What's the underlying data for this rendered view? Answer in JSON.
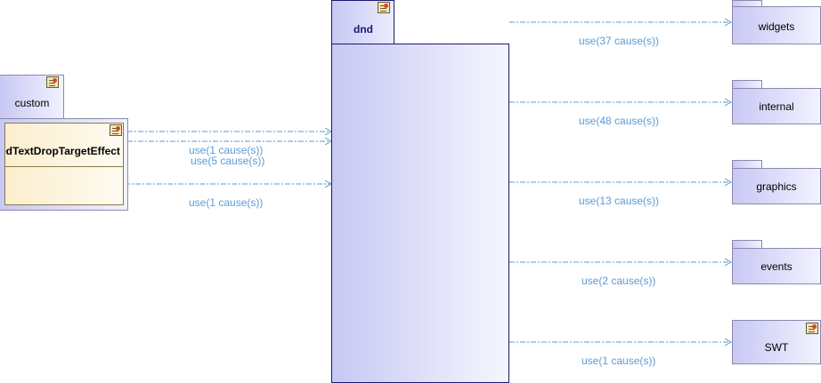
{
  "packages": {
    "custom": {
      "name": "custom"
    },
    "dnd": {
      "name": "dnd"
    },
    "targets": [
      {
        "name": "widgets",
        "dep": "use(37 cause(s))"
      },
      {
        "name": "internal",
        "dep": "use(48 cause(s))"
      },
      {
        "name": "graphics",
        "dep": "use(13 cause(s))"
      },
      {
        "name": "events",
        "dep": "use(2 cause(s))"
      },
      {
        "name": "SWT",
        "dep": "use(1 cause(s))"
      }
    ]
  },
  "class": {
    "name": "StyledTextDropTargetEffect"
  },
  "incoming": [
    {
      "label": "use(1 cause(s))"
    },
    {
      "label": "use(5 cause(s))"
    },
    {
      "label": "use(1 cause(s))"
    }
  ],
  "colors": {
    "dependency": "#5b9bd5",
    "dnd_border": "#1a1a6e"
  }
}
